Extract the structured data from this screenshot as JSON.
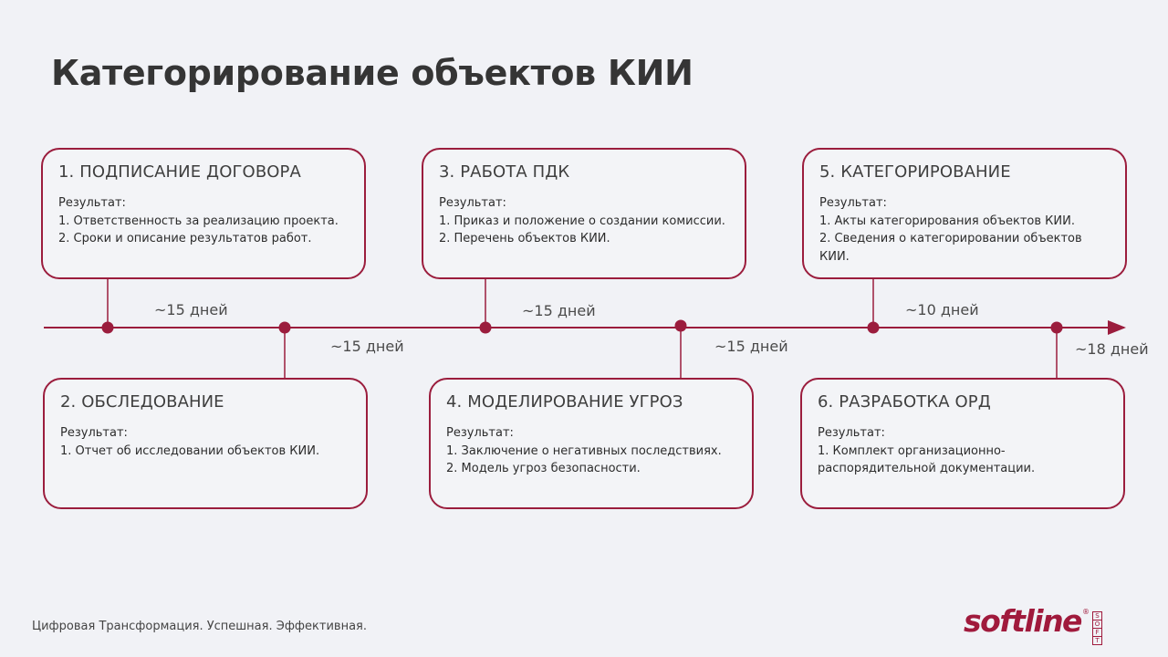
{
  "title": "Категорирование объектов КИИ",
  "steps": [
    {
      "title": "1. ПОДПИСАНИЕ ДОГОВОРА",
      "result_label": "Результат:",
      "lines": [
        "1. Ответственность за реализацию  проекта.",
        "2. Сроки  и описание  результатов работ."
      ]
    },
    {
      "title": "2. ОБСЛЕДОВАНИЕ",
      "result_label": "Результат:",
      "lines": [
        "1. Отчет об исследовании  объектов КИИ."
      ]
    },
    {
      "title": "3. РАБОТА ПДК",
      "result_label": "Результат:",
      "lines": [
        "1. Приказ и положение  о создании комиссии.",
        "2. Перечень  объектов КИИ."
      ]
    },
    {
      "title": "4. МОДЕЛИРОВАНИЕ УГРОЗ",
      "result_label": "Результат:",
      "lines": [
        "1. Заключение  о негативных последствиях.",
        "2. Модель  угроз безопасности."
      ]
    },
    {
      "title": "5. КАТЕГОРИРОВАНИЕ",
      "result_label": "Результат:",
      "lines": [
        "1. Акты категорирования  объектов КИИ.",
        "2. Сведения  о категорировании  объектов КИИ."
      ]
    },
    {
      "title": "6. РАЗРАБОТКА ОРД",
      "result_label": "Результат:",
      "lines": [
        "1. Комплект  организационно-распорядительной  документации."
      ]
    }
  ],
  "durations": [
    "~15 дней",
    "~15 дней",
    "~15 дней",
    "~15 дней",
    "~10 дней",
    "~18 дней"
  ],
  "footer": {
    "tagline": "Цифровая Трансформация. Успешная. Эффективная."
  },
  "logo": {
    "word": "softline",
    "reg": "®",
    "soft": [
      "S",
      "O",
      "F",
      "T"
    ]
  },
  "colors": {
    "accent": "#9b1d3d",
    "background": "#f1f2f6"
  }
}
